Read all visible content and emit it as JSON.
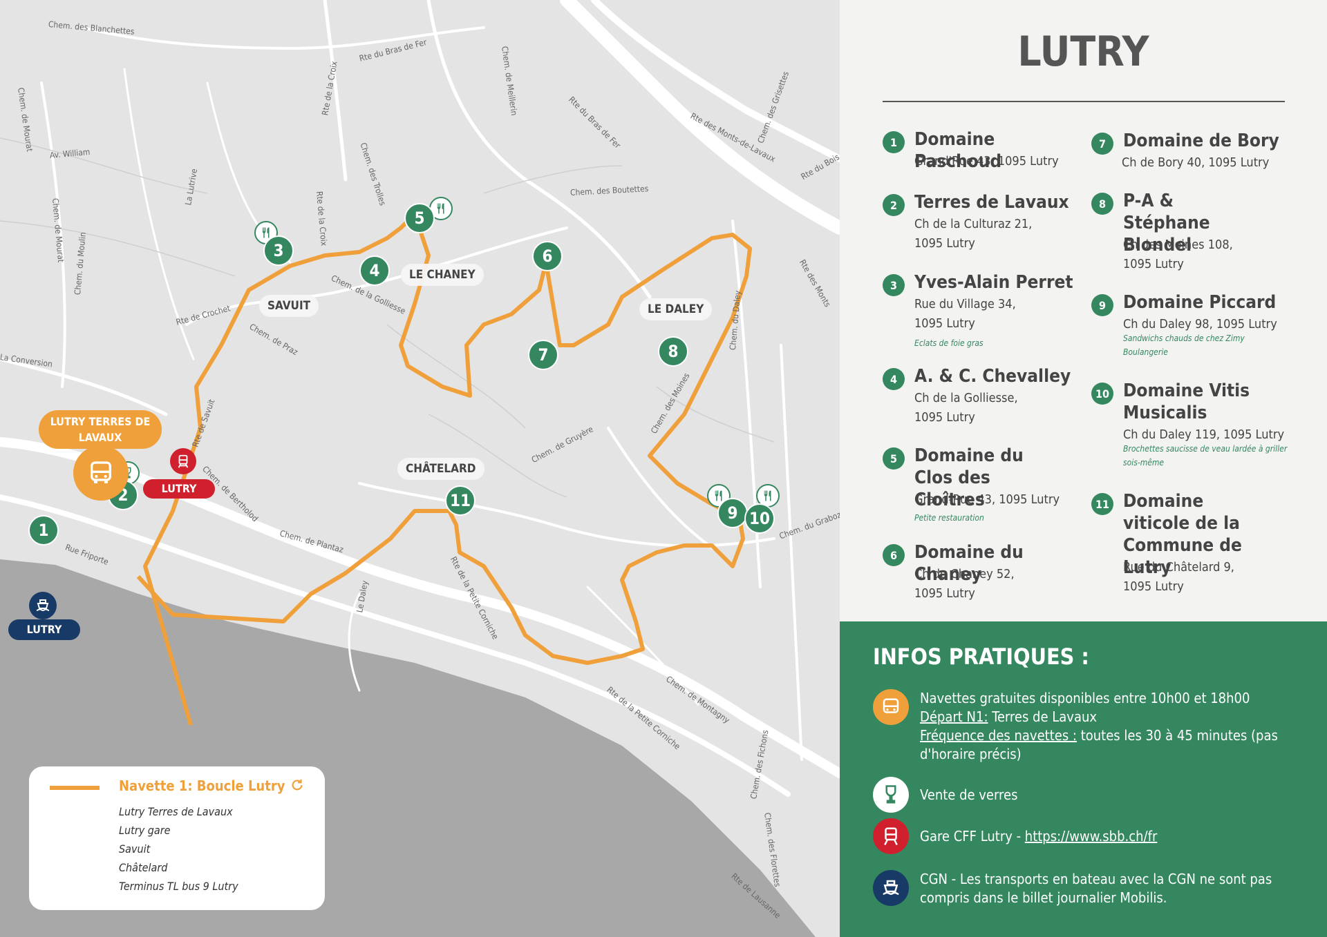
{
  "panel": {
    "title": "LUTRY",
    "domaines": [
      {
        "num": "1",
        "name": "Domaine Paschoud",
        "address": "Grand'Rue 43, 1095 Lutry",
        "note": ""
      },
      {
        "num": "2",
        "name": "Terres de Lavaux",
        "address": "Ch de la Culturaz 21, 1095 Lutry",
        "note": ""
      },
      {
        "num": "3",
        "name": "Yves-Alain Perret",
        "address": "Rue du Village 34, 1095 Lutry",
        "note": "Eclats de foie gras"
      },
      {
        "num": "4",
        "name": "A. & C. Chevalley",
        "address": "Ch de la Golliesse, 1095 Lutry",
        "note": ""
      },
      {
        "num": "5",
        "name": "Domaine du Clos des Cloîtres",
        "address": "Grand-Rue 43, 1095 Lutry",
        "note": "Petite restauration"
      },
      {
        "num": "6",
        "name": "Domaine du Chaney",
        "address": "Ch du Chaney 52, 1095 Lutry",
        "note": ""
      },
      {
        "num": "7",
        "name": "Domaine de Bory",
        "address": "Ch de Bory 40, 1095 Lutry",
        "note": ""
      },
      {
        "num": "8",
        "name": "P-A & Stéphane Blondel",
        "address": "Ch des Moines 108, 1095 Lutry",
        "note": ""
      },
      {
        "num": "9",
        "name": "Domaine Piccard",
        "address": "Ch du Daley 98, 1095 Lutry",
        "note": "Sandwichs chauds de chez Zimy Boulangerie"
      },
      {
        "num": "10",
        "name": "Domaine Vitis Musicalis",
        "address": "Ch du Daley 119, 1095 Lutry",
        "note": "Brochettes saucisse de veau lardée à griller sois-même"
      },
      {
        "num": "11",
        "name": "Domaine viticole de la Commune de Lutry",
        "address": "Rue du Châtelard 9, 1095 Lutry",
        "note": ""
      }
    ]
  },
  "infos": {
    "title": "INFOS PRATIQUES :",
    "navettes_line1": "Navettes gratuites disponibles entre 10h00 et 18h00",
    "depart_label": "Départ N1:",
    "depart_value": " Terres de Lavaux",
    "frequence_label": "Fréquence des navettes :",
    "frequence_value": " toutes les 30 à 45 minutes (pas d'horaire précis)",
    "verres": "Vente de verres",
    "gare_text": "Gare CFF Lutry - ",
    "gare_link": "https://www.sbb.ch/fr",
    "cgn": "CGN - Les transports en bateau avec la CGN ne sont pas compris dans le billet journalier Mobilis."
  },
  "legend": {
    "title": "Navette 1: Boucle Lutry",
    "stops": [
      "Lutry Terres de Lavaux",
      "Lutry gare",
      "Savuit",
      "Châtelard",
      "Terminus TL bus 9 Lutry"
    ]
  },
  "map": {
    "areas": [
      "SAVUIT",
      "LE CHANEY",
      "LE DALEY",
      "CHÂTELARD"
    ],
    "bus_label": "LUTRY TERRES DE LAVAUX",
    "train_label": "LUTRY",
    "boat_label": "LUTRY",
    "roads": [
      "Chem. des Blanchettes",
      "Rte du Bras de Fer",
      "Rte de la Croix",
      "Chem. des Trolles",
      "Chem. de Meillerin",
      "Rte du Bras de Fer",
      "Rte des Monts-de-Lavaux",
      "Chem. des Grisettes",
      "Chem. de Mourat",
      "Av. William",
      "Chem. de Mourat",
      "Chem. du Moulin",
      "La Lutrive",
      "Rte de la Croix",
      "Chem. des Boutettes",
      "Chem. de la Golliesse",
      "Rte de Crochet",
      "Chem. de Praz",
      "La Conversion",
      "Rte de Savuit",
      "Chem. de Bertholod",
      "Chem. de Plantaz",
      "Rue Friporte",
      "Le Daley",
      "Chem. de Gruyère",
      "Rte de la Petite Corniche",
      "Chem. de Montagny",
      "Rte de la Petite Corniche",
      "Chem. du Daley",
      "Chem. du Graboz",
      "Chem. des Fichons",
      "Chem. des Florettes",
      "Rte de Lausanne",
      "Rte du Bois",
      "Rte des Monts",
      "Chem. des Moines"
    ]
  },
  "colors": {
    "green": "#34875f",
    "orange": "#f0a03b",
    "red": "#d0202e",
    "navy": "#173a66"
  }
}
